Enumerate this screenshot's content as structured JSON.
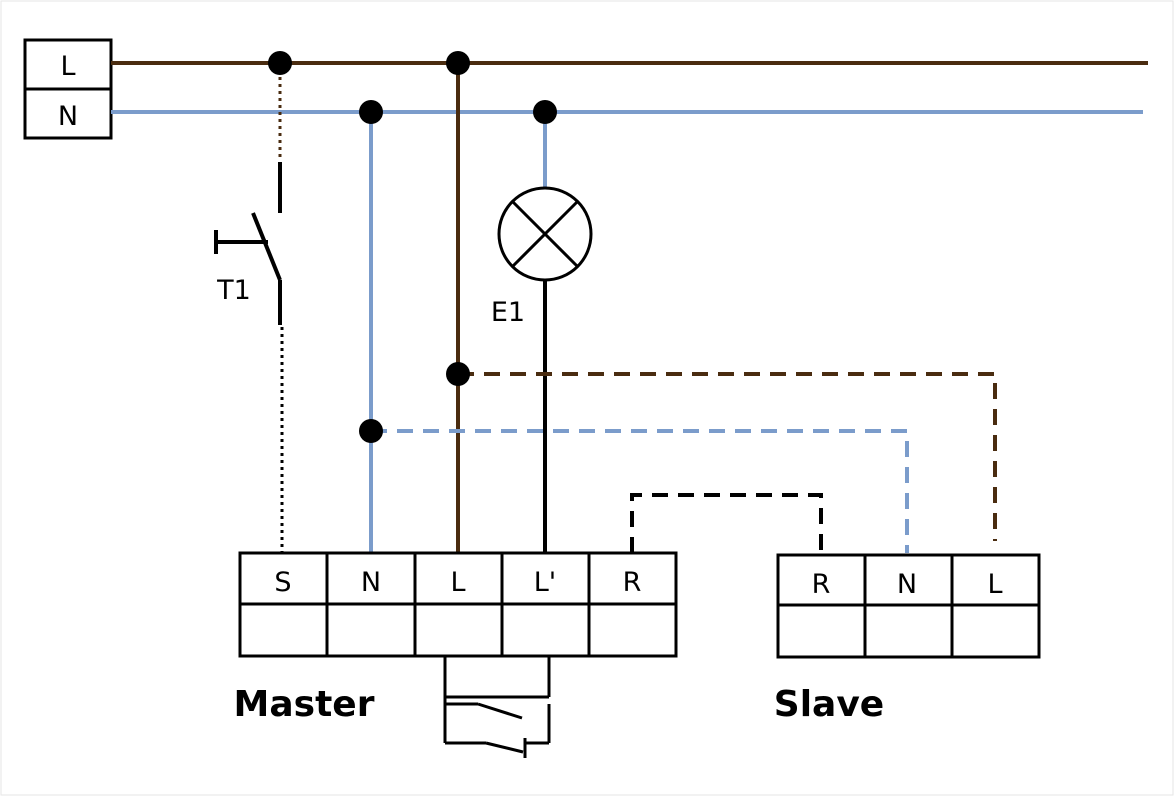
{
  "colors": {
    "live": "#4a2c10",
    "neutral": "#7b9ccb",
    "signal": "#000000",
    "background": "#ffffff"
  },
  "supply": {
    "live_label": "L",
    "neutral_label": "N"
  },
  "components": {
    "switch_label": "T1",
    "lamp_label": "E1"
  },
  "master": {
    "title": "Master",
    "terminals": [
      "S",
      "N",
      "L",
      "L'",
      "R"
    ]
  },
  "slave": {
    "title": "Slave",
    "terminals": [
      "R",
      "N",
      "L"
    ]
  }
}
